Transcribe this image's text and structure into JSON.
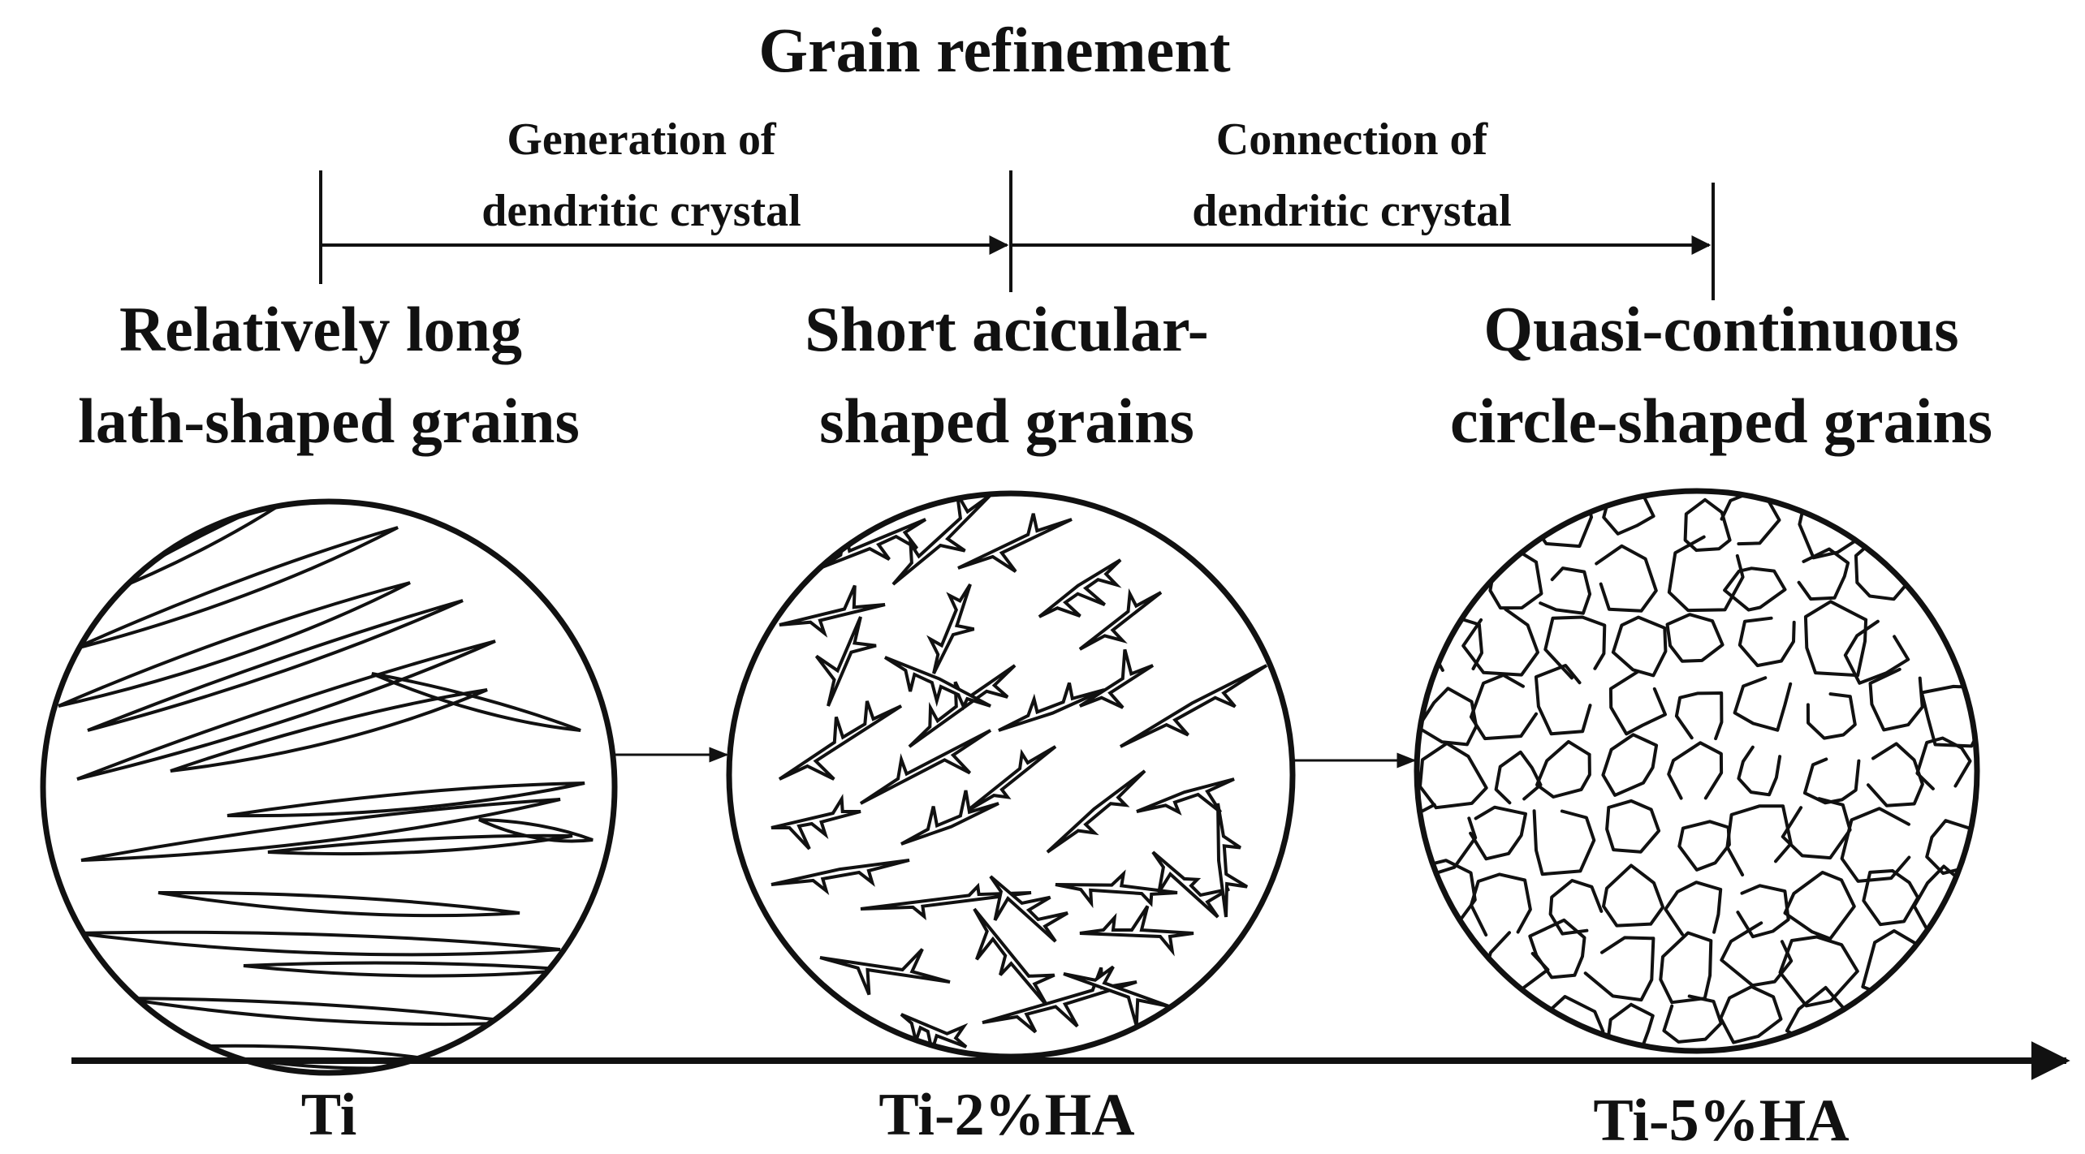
{
  "header": {
    "title": "Grain refinement",
    "stage1": {
      "line1": "Generation of",
      "line2": "dendritic crystal"
    },
    "stage2": {
      "line1": "Connection of",
      "line2": "dendritic crystal"
    }
  },
  "samples": [
    {
      "grain_line1": "Relatively long",
      "grain_line2": "lath-shaped grains",
      "label": "Ti",
      "morphology": "lath"
    },
    {
      "grain_line1": "Short acicular-",
      "grain_line2": "shaped grains",
      "label": "Ti-2%HA",
      "morphology": "acicular"
    },
    {
      "grain_line1": "Quasi-continuous",
      "grain_line2": "circle-shaped grains",
      "label": "Ti-5%HA",
      "morphology": "circle"
    }
  ],
  "colors": {
    "ink": "#111111",
    "background": "#ffffff"
  }
}
